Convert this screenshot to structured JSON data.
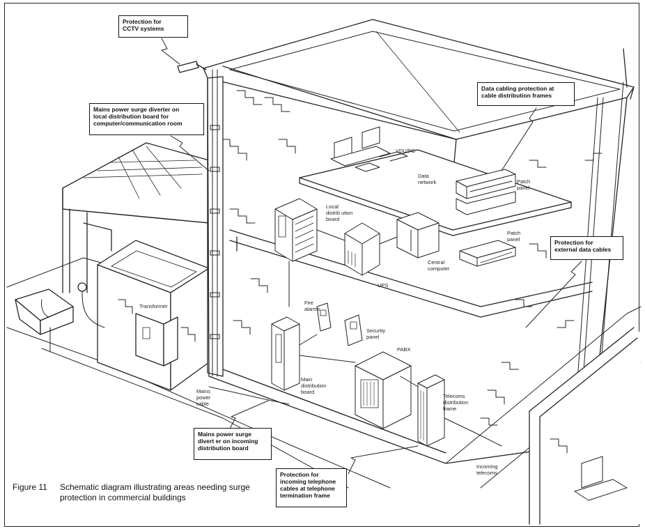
{
  "callouts": {
    "cctv": "Protection for\nCCTV systems",
    "mains_diverter": "Mains power surge diverter on\nlocal distribution board for\ncomputer/communication room",
    "data_cabling": "Data cabling protection at\ncable distribution frames",
    "external_data": "Protection for\nexternal data cables",
    "main_board": "Mains power surge\ndivert er on incoming\ndistribution board",
    "telephone": "Protection for\nincoming telephone\ncables at telephone\ntermination frame"
  },
  "labels": {
    "vdu_pc": "VDU/PC",
    "data_network": "Data\nnetwork",
    "patch_panel_upper": "Patch\npanel",
    "local_distribution_board": "Local\ndistrib ution\nboard",
    "patch_panel_lower": "Patch\npanel",
    "ups": "UPS",
    "central_computer": "Central\ncomputer",
    "fire_alarms": "Fire\nalarms",
    "security_panel": "Security\npanel",
    "pabx": "PABX",
    "transformer": "Transformer",
    "main_distribution_board": "Main\ndistribution\nboard",
    "telecoms_distribution_frame": "Telecoms\ndistribution\nframe",
    "mains_power_cable": "Mains\npower\ncable",
    "incoming_telecoms": "Incoming\ntelecoms"
  },
  "caption": {
    "number": "Figure 11",
    "text": "Schematic diagram illustrating areas needing surge protection in commercial buildings"
  }
}
